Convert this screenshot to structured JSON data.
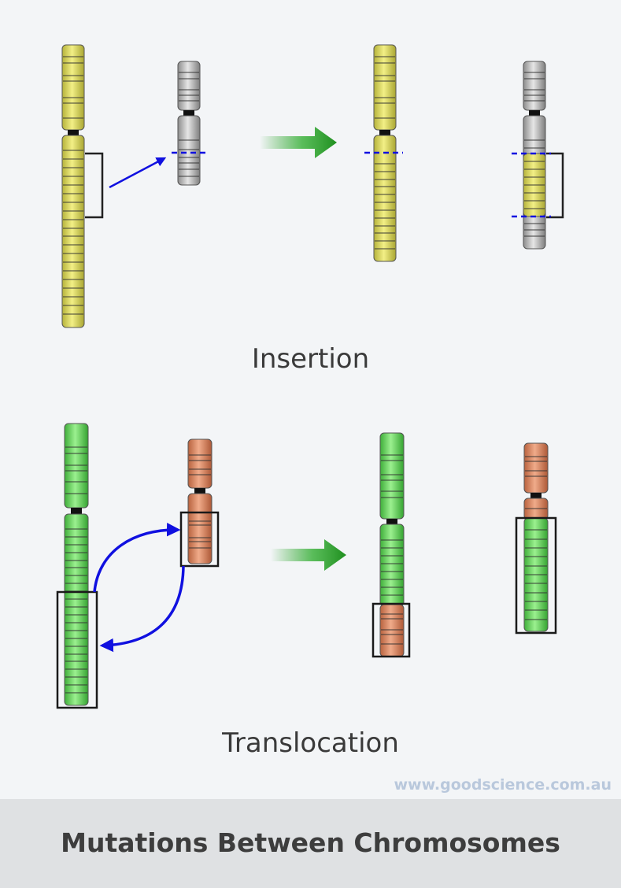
{
  "sections": {
    "insertion": {
      "label": "Insertion"
    },
    "translocation": {
      "label": "Translocation"
    }
  },
  "watermark": "www.goodscience.com.au",
  "footer": {
    "title": "Mutations Between Chromosomes"
  },
  "colors": {
    "yellow": "#e3e06a",
    "gray": "#c6c6c6",
    "green": "#78e070",
    "salmon": "#e4906e",
    "arrow_green": "#2fa32f",
    "blue": "#1010e0",
    "box": "#222222",
    "background": "#f3f5f7",
    "footer_bg": "#dfe1e3"
  }
}
